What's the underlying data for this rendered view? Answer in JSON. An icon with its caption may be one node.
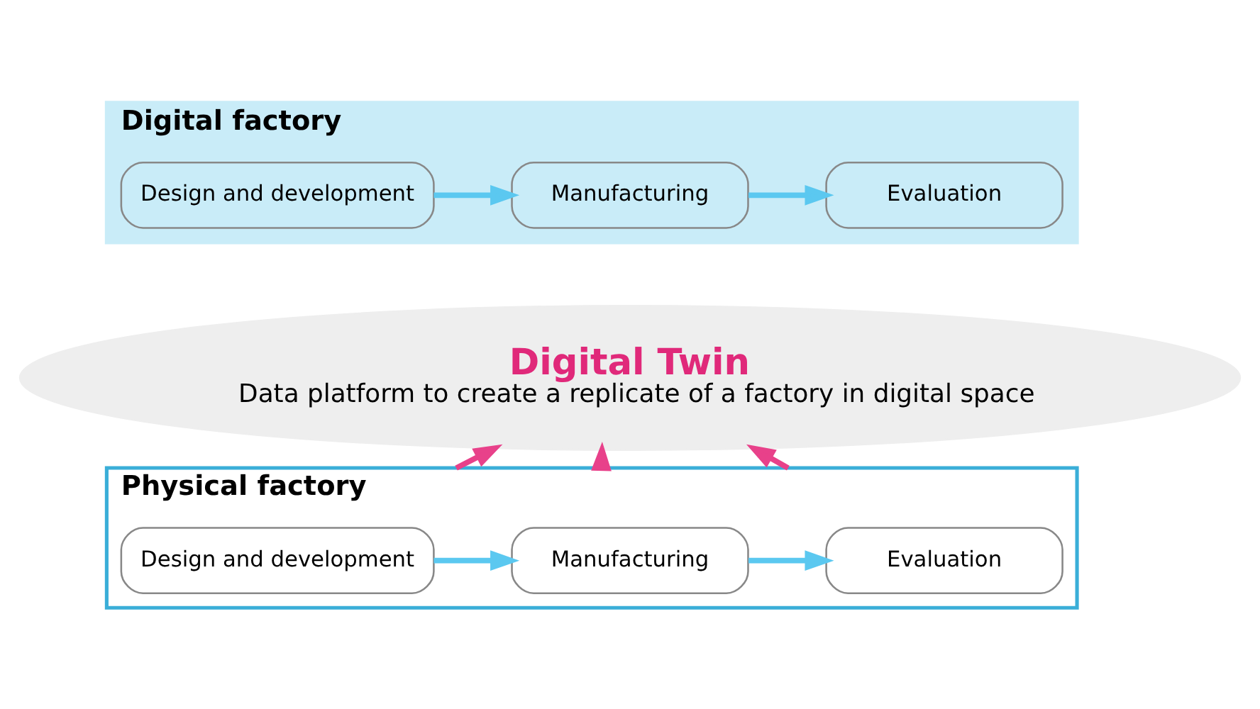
{
  "diagram": {
    "nodes": [
      {
        "text": [
          "Digital factory"
        ]
      },
      {
        "text": [
          "Design and development"
        ],
        "in": 0
      },
      {
        "text": [
          "Manufacturing"
        ],
        "in": 0
      },
      {
        "text": [
          "Evaluation"
        ],
        "in": 0
      },
      {
        "text": [
          "Digital Twin",
          "Data platform to create a replicate of a factory in digital space"
        ]
      },
      {
        "text": [
          "Physical factory"
        ]
      },
      {
        "text": [
          "Design and development"
        ],
        "in": 5
      },
      {
        "text": [
          "Manufacturing"
        ],
        "in": 5
      },
      {
        "text": [
          "Evaluation"
        ],
        "in": 5
      }
    ],
    "edges": [
      {
        "from": 1,
        "to": 2,
        "arrow": "to"
      },
      {
        "from": 2,
        "to": 3,
        "arrow": "to"
      },
      {
        "from": 6,
        "to": 7,
        "arrow": "to"
      },
      {
        "from": 7,
        "to": 8,
        "arrow": "to"
      },
      {
        "from": 5,
        "to": 4,
        "arrow": "to",
        "color": "#e8418a"
      },
      {
        "from": 5,
        "to": 4,
        "arrow": "to",
        "color": "#e8418a"
      },
      {
        "from": 5,
        "to": 4,
        "arrow": "to",
        "color": "#e8418a"
      }
    ]
  }
}
